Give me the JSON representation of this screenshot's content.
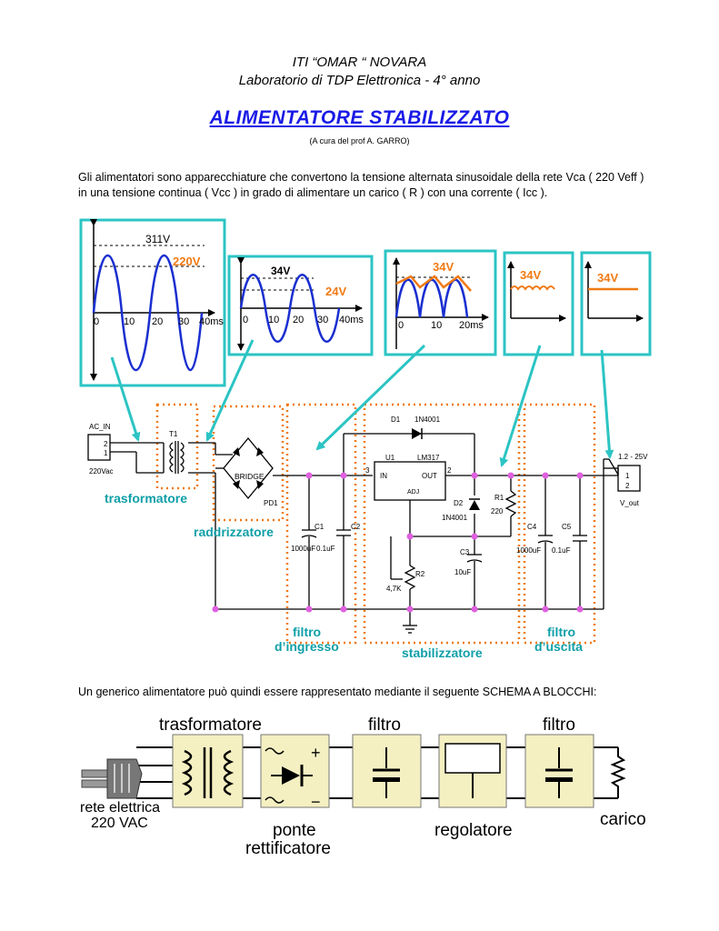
{
  "header": {
    "line1": "ITI  “OMAR “  NOVARA",
    "line2": "Laboratorio di TDP  Elettronica  - 4° anno",
    "title": "ALIMENTATORE   STABILIZZATO",
    "credit": "(A cura  del prof A. GARRO)"
  },
  "intro": "Gli alimentatori sono apparecchiature che convertono la tensione alternata sinusoidale della rete Vca ( 220 Veff ) in una tensione continua ( Vcc  )  in grado di alimentare un carico ( R ) con una corrente ( Icc ).",
  "graphs": {
    "g1": {
      "peak": "311V",
      "rms": "220V",
      "ticks": [
        "0",
        "10",
        "20",
        "30",
        "40ms"
      ]
    },
    "g2": {
      "peak": "34V",
      "rms": "24V",
      "ticks": [
        "0",
        "10",
        "20",
        "30",
        "40ms"
      ]
    },
    "g3": {
      "peak": "34V",
      "ticks": [
        "0",
        "10",
        "20ms"
      ]
    },
    "g4": {
      "peak": "34V"
    },
    "g5": {
      "peak": "34V"
    }
  },
  "circuit": {
    "ac_in": "AC_IN",
    "ac_pin2": "2",
    "ac_pin1": "1",
    "ac_value": "220Vac",
    "t1": "T1",
    "bridge": "BRIDGE",
    "pd1": "PD1",
    "d1": "D1",
    "d1_part": "1N4001",
    "u1": "U1",
    "lm317": "LM317",
    "pin_in_num": "3",
    "pin_in": "IN",
    "pin_out": "OUT",
    "pin_out_num": "2",
    "pin_adj": "ADJ",
    "d2": "D2",
    "d2_part": "1N4001",
    "r1": "R1",
    "r1_val": "220",
    "c1": "C1",
    "c1_val": "1000uF",
    "c2": "C2",
    "c2_val": "0.1uF",
    "c3": "C3",
    "c3_val": "10uF",
    "r2": "R2",
    "r2_val": "4,7K",
    "c4": "C4",
    "c4_val": "1000uF",
    "c5": "C5",
    "c5_val": "0.1uF",
    "vout_range": "1.2 - 25V",
    "vout_pin1": "1",
    "vout_pin2": "2",
    "vout": "V_out",
    "lbl_trasformatore": "trasformatore",
    "lbl_raddrizzatore": "raddrizzatore",
    "lbl_filtro_in_1": "filtro",
    "lbl_filtro_in_2": "d’ingresso",
    "lbl_stabilizzatore": "stabilizzatore",
    "lbl_filtro_out_1": "filtro",
    "lbl_filtro_out_2": "d’uscita"
  },
  "blocks_intro": "Un generico alimentatore può quindi essere rappresentato mediante il seguente SCHEMA A BLOCCHI:",
  "blocks": {
    "trasformatore": "trasformatore",
    "filtro1": "filtro",
    "filtro2": "filtro",
    "rete1": "rete elettrica",
    "rete2": "220 VAC",
    "ponte1": "ponte",
    "ponte2": "rettificatore",
    "regolatore": "regolatore",
    "carico": "carico",
    "plus": "+",
    "minus": "−"
  },
  "colors": {
    "teal": "#2cc4c4",
    "orange": "#f07a14",
    "blue_wave": "#1a2fd0",
    "title_blue": "#1a1ae6",
    "label_teal": "#0f9fa8",
    "node_pink": "#e060e0",
    "block_fill": "#f5f0c2"
  }
}
